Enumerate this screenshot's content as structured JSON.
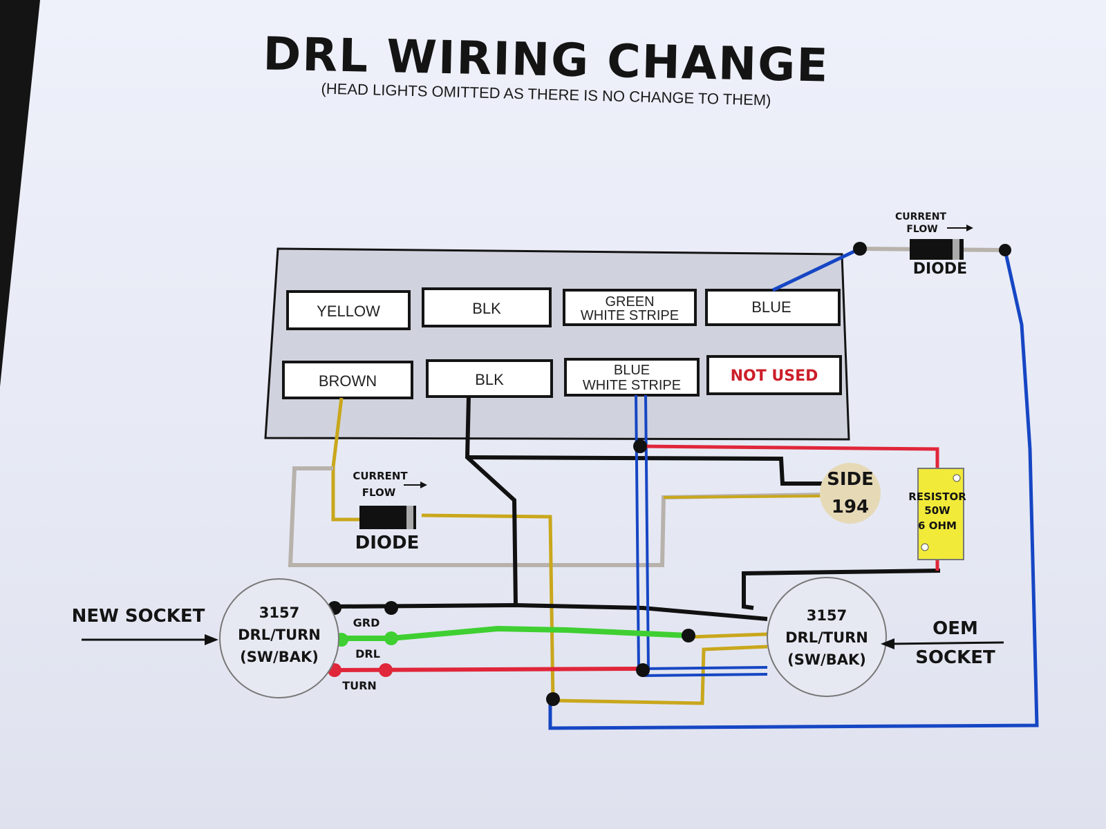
{
  "title": "DRL WIRING CHANGE",
  "subtitle": "(HEAD LIGHTS OMITTED AS THERE IS NO CHANGE TO THEM)",
  "connector": {
    "top_row": [
      "YELLOW",
      "BLK",
      "GREEN",
      "WHITE STRIPE",
      "BLUE"
    ],
    "bottom_row": [
      "BROWN",
      "BLK",
      "BLUE",
      "WHITE STRIPE",
      "NOT USED"
    ]
  },
  "diode_top": {
    "flow1": "CURRENT",
    "flow2": "FLOW",
    "label": "DIODE"
  },
  "diode_left": {
    "flow1": "CURRENT",
    "flow2": "FLOW",
    "label": "DIODE"
  },
  "side_bulb": {
    "line1": "SIDE",
    "line2": "194"
  },
  "resistor": {
    "line1": "RESISTOR",
    "line2": "50W",
    "line3": "6 OHM"
  },
  "new_socket": {
    "caption": "NEW SOCKET",
    "line1": "3157",
    "line2": "DRL/TURN",
    "line3": "(SW/BAK)"
  },
  "oem_socket": {
    "caption1": "OEM",
    "caption2": "SOCKET",
    "line1": "3157",
    "line2": "DRL/TURN",
    "line3": "(SW/BAK)"
  },
  "pins": {
    "grd": "GRD",
    "drl": "DRL",
    "turn": "TURN"
  },
  "colors": {
    "yellow": "#c9a71c",
    "black": "#111111",
    "blue": "#1646c4",
    "green": "#3fcf32",
    "red": "#e0263a",
    "gray": "#b8b2ac",
    "not_used": "#cc1f2a"
  }
}
